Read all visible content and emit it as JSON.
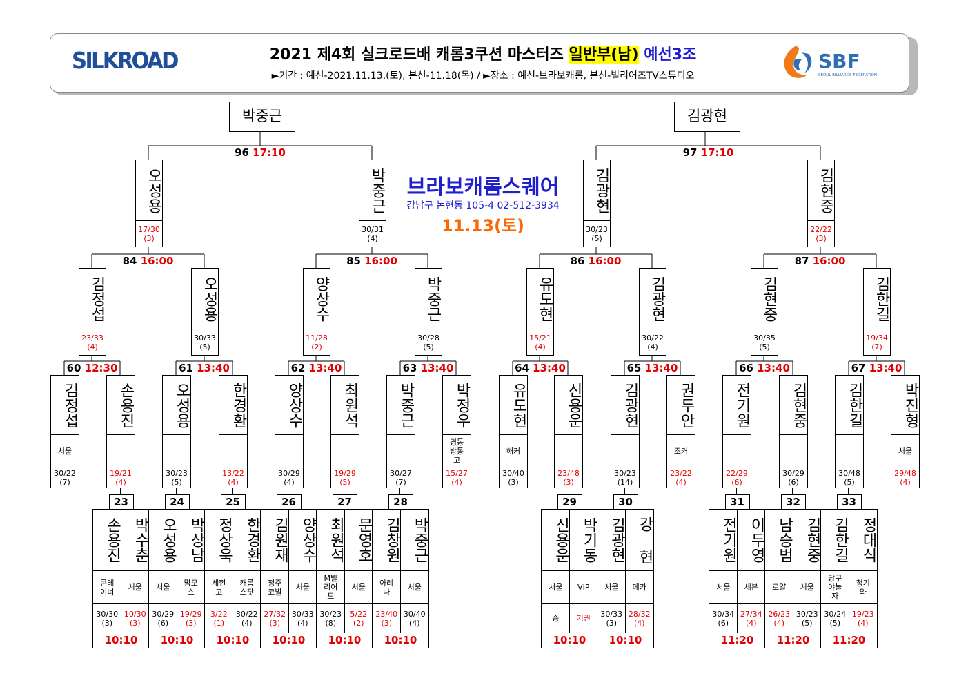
{
  "header": {
    "logo_left": "SILKROAD",
    "title_prefix": "2021  제4회  실크로드배  캐롬3쿠션  마스터즈  ",
    "title_division": "일반부(남)",
    "title_group": "예선3조",
    "period": "►기간 : 예선-2021.11.13.(토),  본선-11.18(목)  /   ►장소 : 예선-브라보캐롬, 본선-빌리어즈TV스튜디오",
    "logo_right": "SBF",
    "logo_right_sub": "SEOUL BILLIARDS FEDERATION"
  },
  "venue": {
    "name": "브라보캐롬스퀘어",
    "address": "강남구  논현동  105-4  02-512-3934",
    "date": "11.13(토)"
  },
  "finals": [
    {
      "winner": "박중근"
    },
    {
      "winner": "김광현"
    }
  ],
  "round3": [
    {
      "match": "96",
      "time": "17:10",
      "players": [
        {
          "name": "오성용",
          "score": "17/30\n(3)",
          "lost": true
        },
        {
          "name": "박중근",
          "score": "30/31\n(4)",
          "lost": false
        }
      ]
    },
    {
      "match": "97",
      "time": "17:10",
      "players": [
        {
          "name": "김광현",
          "score": "30/23\n(5)",
          "lost": false
        },
        {
          "name": "김현중",
          "score": "22/22\n(3)",
          "lost": true
        }
      ]
    }
  ],
  "round2": [
    {
      "match": "84",
      "time": "16:00",
      "players": [
        {
          "name": "김정섭",
          "score": "23/33\n(4)",
          "lost": true
        },
        {
          "name": "오성용",
          "score": "30/33\n(5)",
          "lost": false
        }
      ]
    },
    {
      "match": "85",
      "time": "16:00",
      "players": [
        {
          "name": "양상수",
          "score": "11/28\n(2)",
          "lost": true
        },
        {
          "name": "박중근",
          "score": "30/28\n(5)",
          "lost": false
        }
      ]
    },
    {
      "match": "86",
      "time": "16:00",
      "players": [
        {
          "name": "유도현",
          "score": "15/21\n(4)",
          "lost": true
        },
        {
          "name": "김광현",
          "score": "30/22\n(4)",
          "lost": false
        }
      ]
    },
    {
      "match": "87",
      "time": "16:00",
      "players": [
        {
          "name": "김현중",
          "score": "30/35\n(5)",
          "lost": false
        },
        {
          "name": "김한길",
          "score": "19/34\n(7)",
          "lost": true
        }
      ]
    }
  ],
  "round1": [
    {
      "match": "60",
      "time": "12:30",
      "players": [
        {
          "name": "김정섭",
          "club": "서울",
          "score": "30/22\n(7)",
          "lost": false
        },
        {
          "name": "손용진",
          "club": "",
          "score": "19/21\n(4)",
          "lost": true
        }
      ]
    },
    {
      "match": "61",
      "time": "13:40",
      "players": [
        {
          "name": "오성용",
          "club": "",
          "score": "30/23\n(5)",
          "lost": false
        },
        {
          "name": "한경환",
          "club": "",
          "score": "13/22\n(4)",
          "lost": true
        }
      ]
    },
    {
      "match": "62",
      "time": "13:40",
      "players": [
        {
          "name": "양상수",
          "club": "",
          "score": "30/29\n(4)",
          "lost": false
        },
        {
          "name": "최원석",
          "club": "",
          "score": "19/29\n(5)",
          "lost": true
        }
      ]
    },
    {
      "match": "63",
      "time": "13:40",
      "players": [
        {
          "name": "박중근",
          "club": "",
          "score": "30/27\n(7)",
          "lost": false
        },
        {
          "name": "박정우",
          "club": "경동\n방통\n고",
          "score": "15/27\n(4)",
          "lost": true
        }
      ]
    },
    {
      "match": "64",
      "time": "13:40",
      "players": [
        {
          "name": "유도현",
          "club": "해커",
          "score": "30/40\n(3)",
          "lost": false
        },
        {
          "name": "신용운",
          "club": "",
          "score": "23/48\n(3)",
          "lost": true
        }
      ]
    },
    {
      "match": "65",
      "time": "13:40",
      "players": [
        {
          "name": "김광현",
          "club": "",
          "score": "30/23\n(14)",
          "lost": false
        },
        {
          "name": "권두안",
          "club": "조커",
          "score": "23/22\n(4)",
          "lost": true
        }
      ]
    },
    {
      "match": "66",
      "time": "13:40",
      "players": [
        {
          "name": "전기원",
          "club": "",
          "score": "22/29\n(6)",
          "lost": true
        },
        {
          "name": "김현중",
          "club": "",
          "score": "30/29\n(6)",
          "lost": false
        }
      ]
    },
    {
      "match": "67",
      "time": "13:40",
      "players": [
        {
          "name": "김한길",
          "club": "",
          "score": "30/48\n(5)",
          "lost": false
        },
        {
          "name": "박진형",
          "club": "서울",
          "score": "29/48\n(4)",
          "lost": true
        }
      ]
    }
  ],
  "prelim": [
    {
      "match": "23",
      "time": "10:10",
      "players": [
        {
          "name": "손용진",
          "club": "콘테\n이너",
          "score": "30/30\n(3)",
          "lost": false
        },
        {
          "name": "박수춘",
          "club": "서울",
          "score": "10/30\n(3)",
          "lost": true
        }
      ]
    },
    {
      "match": "24",
      "time": "10:10",
      "players": [
        {
          "name": "오성용",
          "club": "서울",
          "score": "30/29\n(6)",
          "lost": false
        },
        {
          "name": "박상남",
          "club": "맘모\n스",
          "score": "19/29\n(3)",
          "lost": true
        }
      ]
    },
    {
      "match": "25",
      "time": "10:10",
      "players": [
        {
          "name": "정상욱",
          "club": "세현\n고",
          "score": "3/22\n(1)",
          "lost": true
        },
        {
          "name": "한경환",
          "club": "캐롬\n스팟",
          "score": "30/22\n(4)",
          "lost": false
        }
      ]
    },
    {
      "match": "26",
      "time": "10:10",
      "players": [
        {
          "name": "김원재",
          "club": "청주\n코빌",
          "score": "27/32\n(3)",
          "lost": true
        },
        {
          "name": "양상수",
          "club": "서울",
          "score": "30/33\n(4)",
          "lost": false
        }
      ]
    },
    {
      "match": "27",
      "time": "10:10",
      "players": [
        {
          "name": "최원석",
          "club": "M빌\n리어\n드",
          "score": "30/23\n(8)",
          "lost": false
        },
        {
          "name": "문영호",
          "club": "서울",
          "score": "5/22\n(2)",
          "lost": true
        }
      ]
    },
    {
      "match": "28",
      "time": "10:10",
      "players": [
        {
          "name": "김창원",
          "club": "아레\n나",
          "score": "23/40\n(3)",
          "lost": true
        },
        {
          "name": "박중근",
          "club": "서울",
          "score": "30/40\n(4)",
          "lost": false
        }
      ]
    },
    {
      "match": "29",
      "time": "10:10",
      "players": [
        {
          "name": "신용운",
          "club": "서울",
          "score": "승",
          "lost": false
        },
        {
          "name": "박기동",
          "club": "VIP",
          "score": "기권",
          "lost": true
        }
      ]
    },
    {
      "match": "30",
      "time": "10:10",
      "players": [
        {
          "name": "김광현",
          "club": "서울",
          "score": "30/33\n(3)",
          "lost": false
        },
        {
          "name": "강  현",
          "club": "메카",
          "score": "28/32\n(4)",
          "lost": true
        }
      ]
    },
    {
      "match": "31",
      "time": "11:20",
      "players": [
        {
          "name": "전기원",
          "club": "서울",
          "score": "30/34\n(6)",
          "lost": false
        },
        {
          "name": "이두영",
          "club": "세븐",
          "score": "27/34\n(4)",
          "lost": true
        }
      ]
    },
    {
      "match": "32",
      "time": "11:20",
      "players": [
        {
          "name": "남승범",
          "club": "로얄",
          "score": "26/23\n(4)",
          "lost": true
        },
        {
          "name": "김현중",
          "club": "서울",
          "score": "30/23\n(5)",
          "lost": false
        }
      ]
    },
    {
      "match": "33",
      "time": "11:20",
      "players": [
        {
          "name": "김한길",
          "club": "당구\n야놀\n자",
          "score": "30/24\n(5)",
          "lost": false
        },
        {
          "name": "정대식",
          "club": "청기\n와",
          "score": "19/23\n(4)",
          "lost": true
        }
      ]
    }
  ],
  "colors": {
    "time": "#e00000",
    "lost_score": "#e00000",
    "venue": "#1f1fd0",
    "date": "#ff6600",
    "highlight": "#ffff00",
    "logo_left": "#1f4e9a",
    "logo_right": "#2f6db5",
    "logo_flame": "#f07a1a"
  }
}
